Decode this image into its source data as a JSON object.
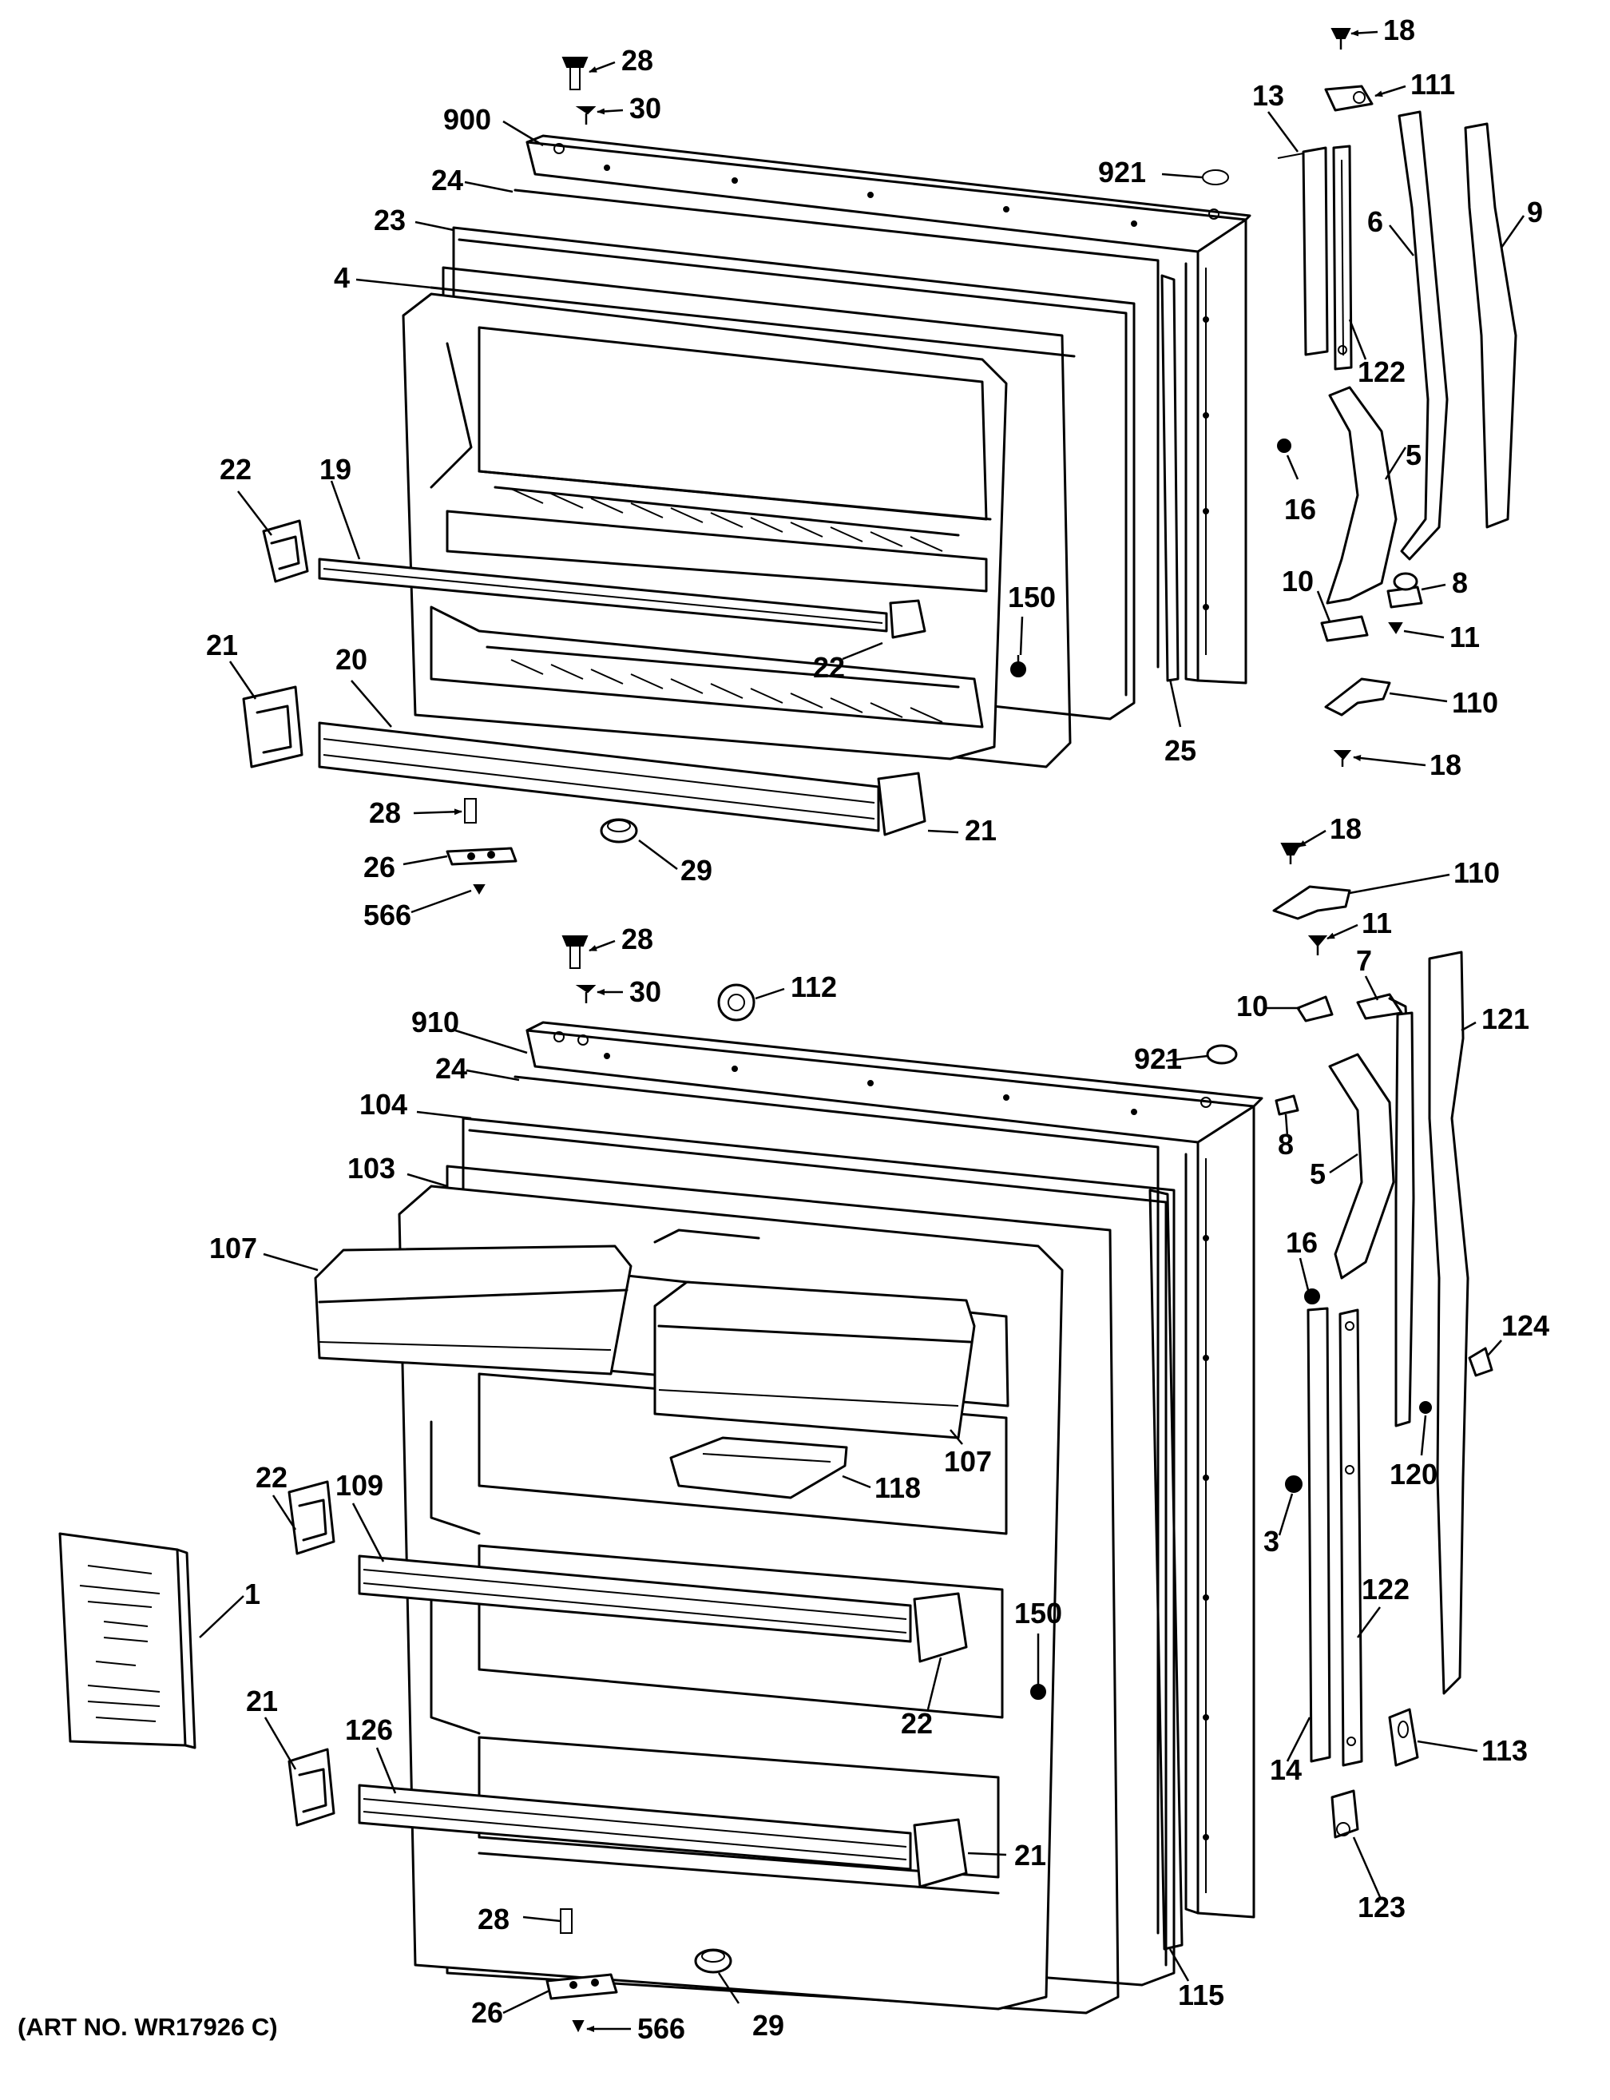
{
  "art_number": "(ART NO. WR17926 C)",
  "upper_labels": [
    "28",
    "30",
    "900",
    "24",
    "23",
    "4",
    "921",
    "13",
    "18",
    "111",
    "6",
    "9",
    "122",
    "5",
    "16",
    "22",
    "19",
    "150",
    "22",
    "10",
    "8",
    "11",
    "21",
    "20",
    "25",
    "110",
    "18",
    "28",
    "21",
    "26",
    "29",
    "566"
  ],
  "lower_labels": [
    "18",
    "110",
    "11",
    "28",
    "112",
    "30",
    "7",
    "910",
    "10",
    "121",
    "921",
    "24",
    "8",
    "104",
    "5",
    "103",
    "16",
    "107",
    "124",
    "107",
    "118",
    "120",
    "22",
    "109",
    "3",
    "1",
    "150",
    "122",
    "22",
    "21",
    "126",
    "113",
    "14",
    "21",
    "123",
    "28",
    "115",
    "29",
    "26",
    "566"
  ]
}
